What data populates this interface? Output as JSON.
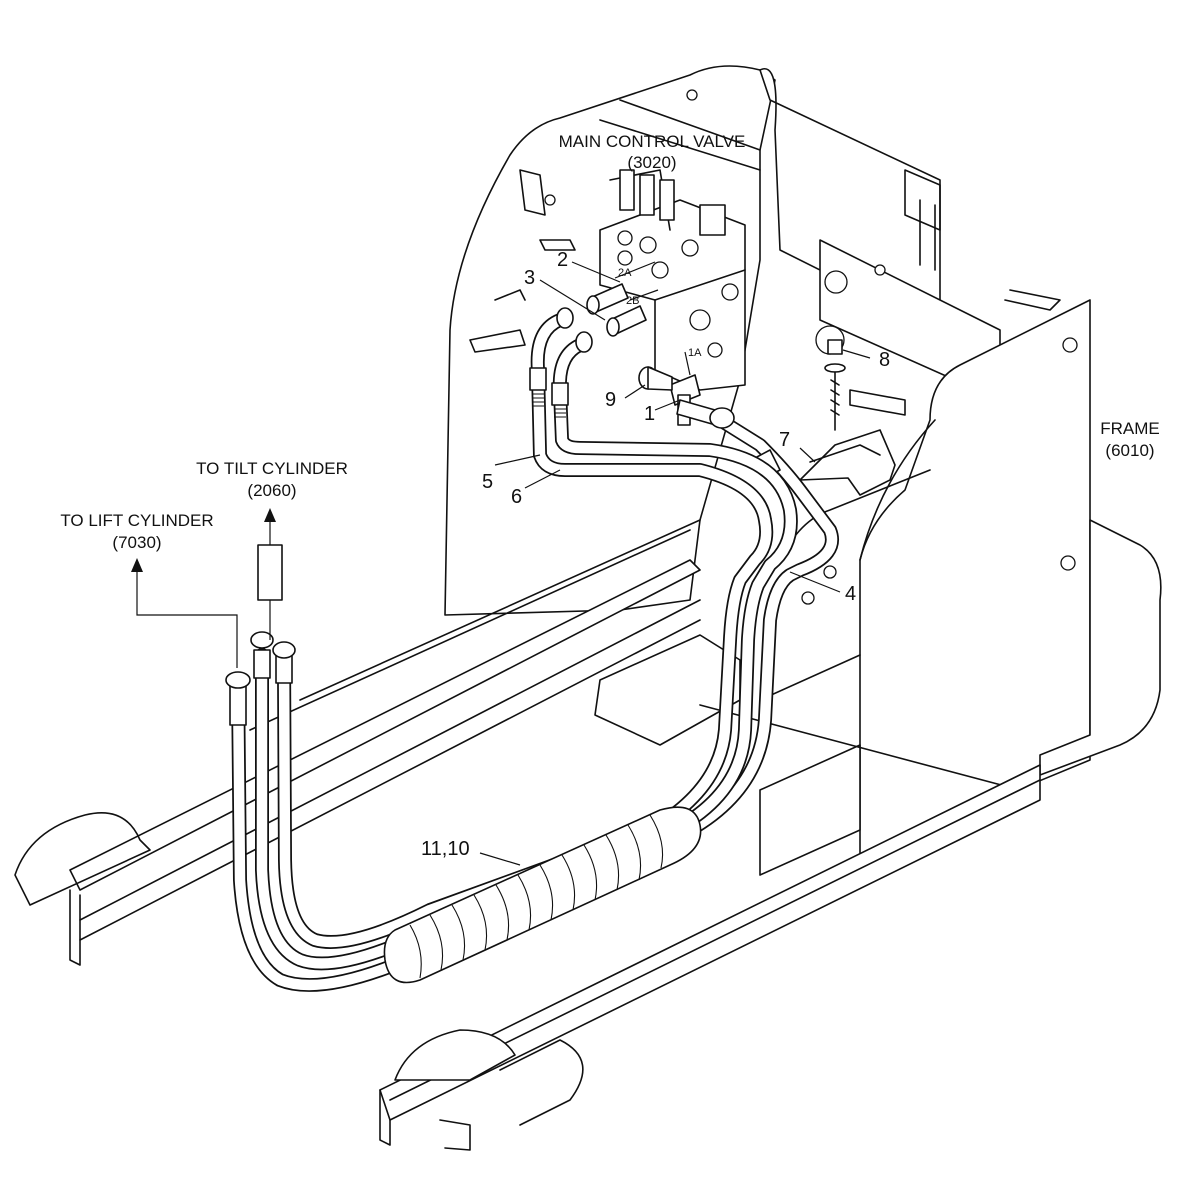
{
  "labels": {
    "main_valve": "MAIN CONTROL VALVE",
    "main_valve_code": "(3020)",
    "frame": "FRAME",
    "frame_code": "(6010)",
    "tilt": "TO TILT CYLINDER",
    "tilt_code": "(2060)",
    "lift": "TO LIFT CYLINDER",
    "lift_code": "(7030)",
    "port_2a": "2A",
    "port_2b": "2B",
    "port_1a": "1A"
  },
  "callouts": {
    "c1": "1",
    "c2": "2",
    "c3": "3",
    "c4": "4",
    "c5": "5",
    "c6": "6",
    "c7": "7",
    "c8": "8",
    "c9": "9",
    "c10": "11,10"
  }
}
